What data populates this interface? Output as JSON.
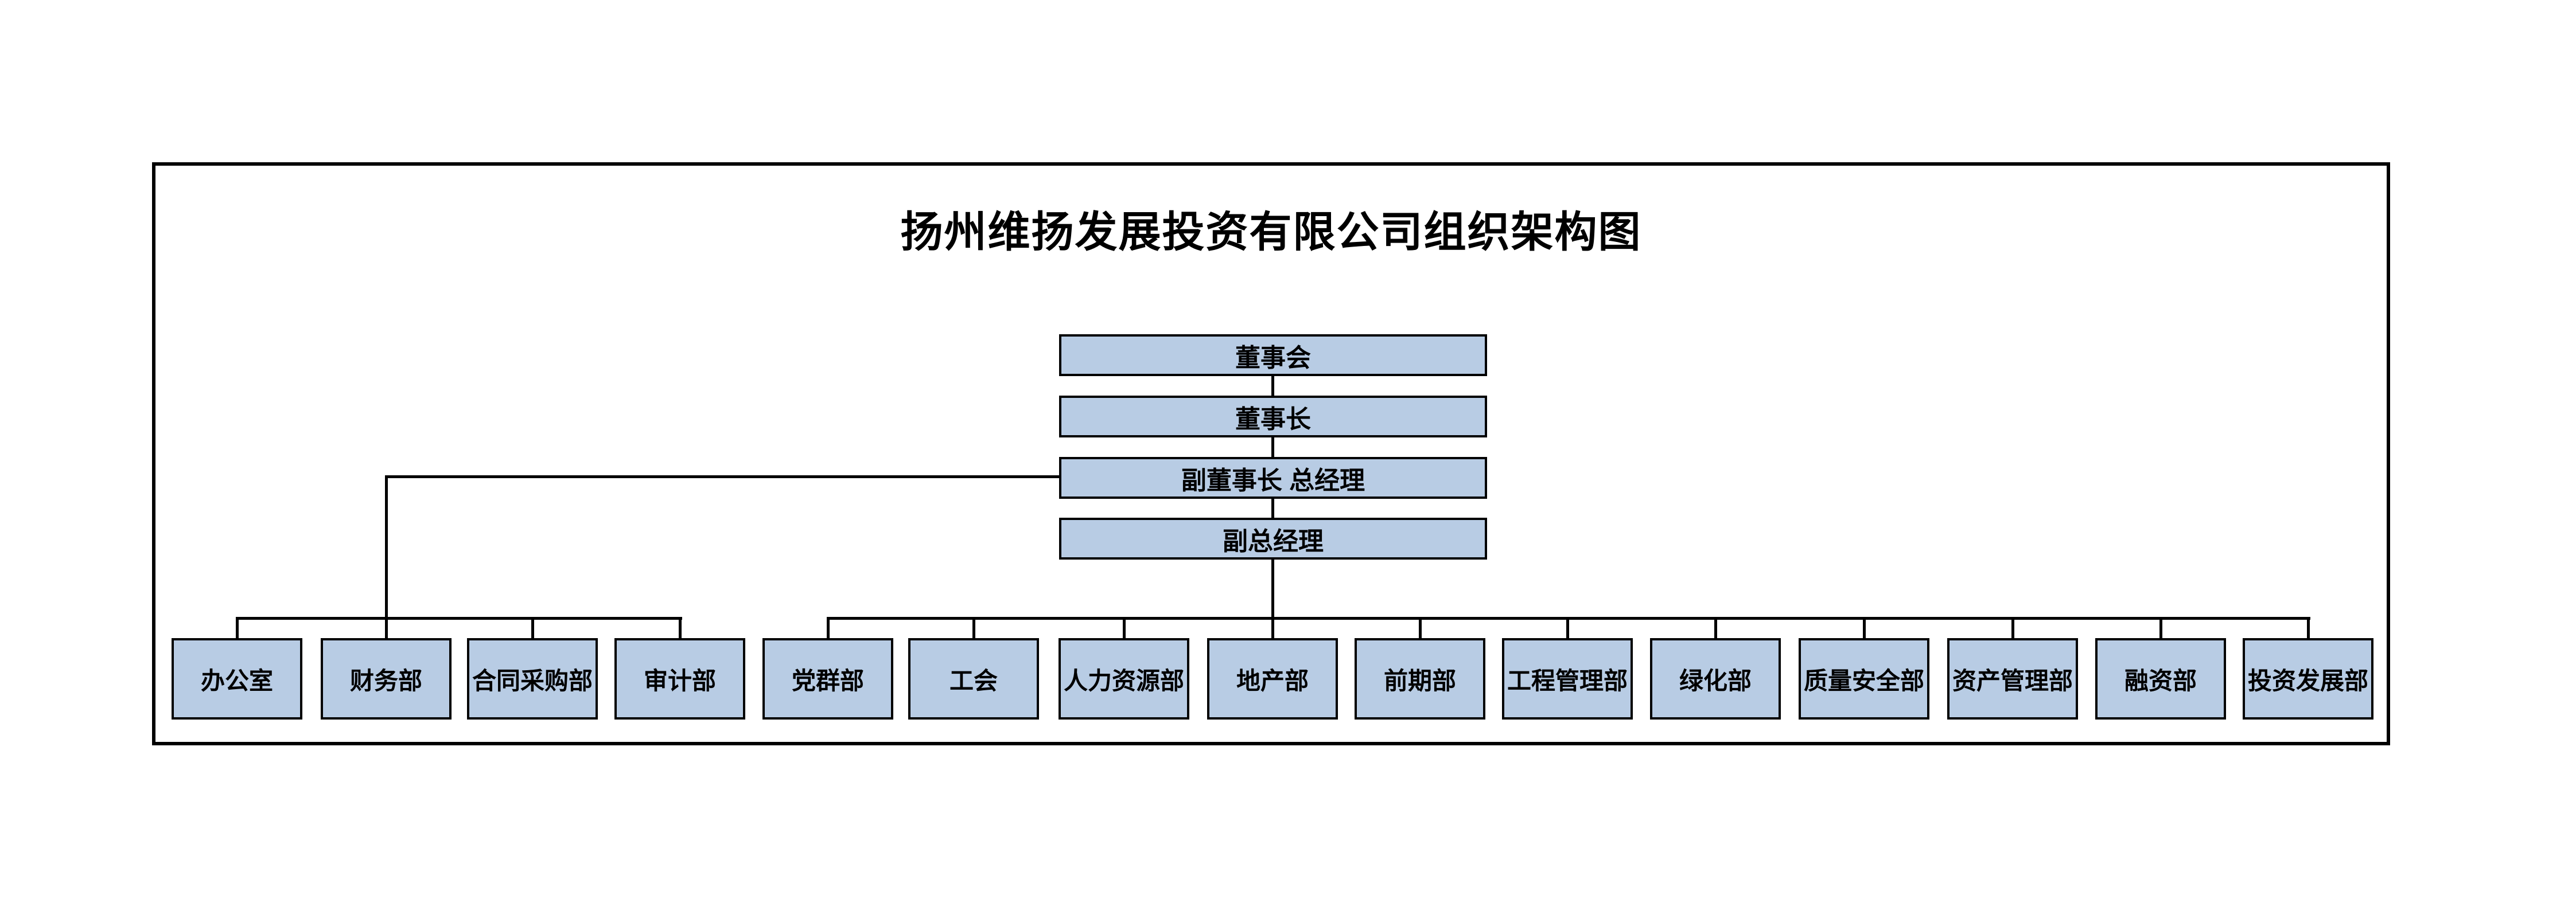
{
  "title": "扬州维扬发展投资有限公司组织架构图",
  "hierarchy": {
    "levels": [
      {
        "label": "董事会"
      },
      {
        "label": "董事长"
      },
      {
        "label": "副董事长 总经理"
      },
      {
        "label": "副总经理"
      }
    ]
  },
  "departments": {
    "left": [
      "办公室",
      "财务部",
      "合同采购部",
      "审计部"
    ],
    "right": [
      "党群部",
      "工会",
      "人力资源部",
      "地产部",
      "前期部",
      "工程管理部",
      "绿化部",
      "质量安全部",
      "资产管理部",
      "融资部",
      "投资发展部"
    ]
  },
  "connections": {
    "left_group_reports_to": "副董事长 总经理",
    "right_group_reports_to": "副总经理"
  },
  "colors": {
    "node_fill": "#b8cce4",
    "node_border": "#000000",
    "connector": "#000000",
    "background": "#ffffff"
  }
}
